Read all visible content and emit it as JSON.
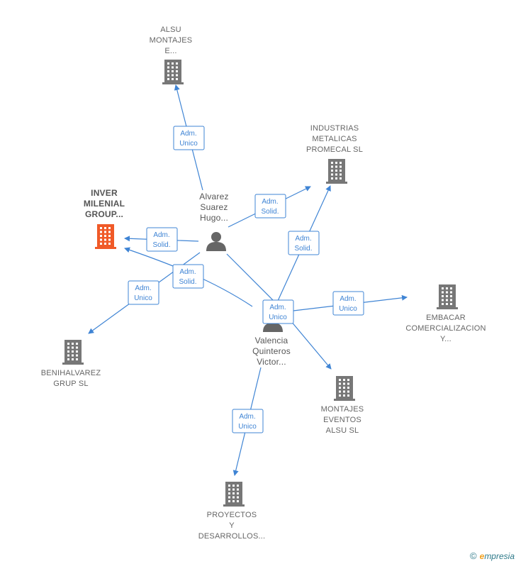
{
  "colors": {
    "edge": "#3f84d4",
    "company_icon": "#777777",
    "company_icon_highlight": "#f05a28",
    "person_icon": "#666666"
  },
  "nodes": {
    "alsu_montajes": {
      "label": "ALSU\nMONTAJES\nE...",
      "icon": "building-icon"
    },
    "industrias_metalicas": {
      "label": "INDUSTRIAS\nMETALICAS\nPROMECAL  SL",
      "icon": "building-icon"
    },
    "inver_milenial": {
      "label": "INVER\nMILENIAL\nGROUP...",
      "icon": "building-icon"
    },
    "alvarez_suarez": {
      "label": "Alvarez\nSuarez\nHugo...",
      "icon": "person-icon"
    },
    "valencia_quinteros": {
      "label": "Valencia\nQuinteros\nVictor...",
      "icon": "person-icon"
    },
    "embacar": {
      "label": "EMBACAR\nCOMERCIALIZACION\nY...",
      "icon": "building-icon"
    },
    "benihalvarez": {
      "label": "BENIHALVAREZ\nGRUP  SL",
      "icon": "building-icon"
    },
    "montajes_eventos": {
      "label": "MONTAJES\nEVENTOS\nALSU  SL",
      "icon": "building-icon"
    },
    "proyectos_desarrollos": {
      "label": "PROYECTOS\nY\nDESARROLLOS...",
      "icon": "building-icon"
    }
  },
  "edge_labels": {
    "adm_unico_line1": "Adm.",
    "adm_unico_line2": "Unico",
    "adm_solid_line1": "Adm.",
    "adm_solid_line2": "Solid."
  },
  "footer": {
    "copyright_symbol": "©",
    "brand_first_letter": "e",
    "brand_rest": "mpresia"
  }
}
